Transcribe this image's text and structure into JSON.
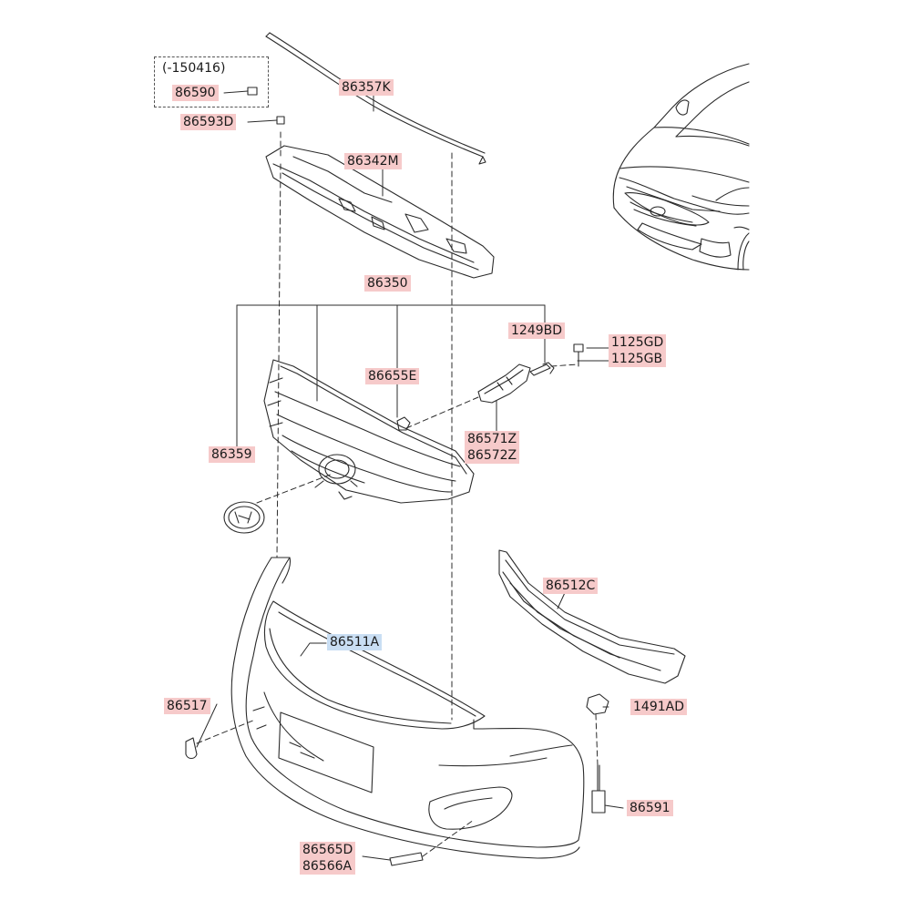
{
  "diagram": {
    "note_box": {
      "text": "(-150416)"
    },
    "labels": {
      "p86590": "86590",
      "p86593D": "86593D",
      "p86357K": "86357K",
      "p86342M": "86342M",
      "p86350": "86350",
      "p1249BD": "1249BD",
      "p1125GD": "1125GD",
      "p1125GB": "1125GB",
      "p86655E": "86655E",
      "p86571Z": "86571Z",
      "p86572Z": "86572Z",
      "p86359": "86359",
      "p86512C": "86512C",
      "p86511A": "86511A",
      "p86517": "86517",
      "p1491AD": "1491AD",
      "p86591": "86591",
      "p86565D": "86565D",
      "p86566A": "86566A"
    },
    "selected_part": "86511A",
    "colors": {
      "label_bg": "#f6caca",
      "selected_bg": "#c9def3",
      "line": "#2b2b2b"
    }
  }
}
